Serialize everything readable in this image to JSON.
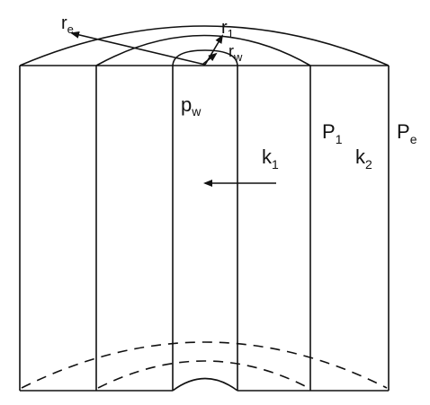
{
  "labels": {
    "r_e": {
      "main": "r",
      "sub": "e"
    },
    "r_1": {
      "main": "r",
      "sub": "1"
    },
    "r_w": {
      "main": "r",
      "sub": "w"
    },
    "p_w": {
      "main": "p",
      "sub": "w"
    },
    "P_1": {
      "main": "P",
      "sub": "1"
    },
    "P_e": {
      "main": "P",
      "sub": "e"
    },
    "k_1": {
      "main": "k",
      "sub": "1"
    },
    "k_2": {
      "main": "k",
      "sub": "2"
    }
  },
  "colors": {
    "line": "#111111",
    "background": "#ffffff"
  }
}
